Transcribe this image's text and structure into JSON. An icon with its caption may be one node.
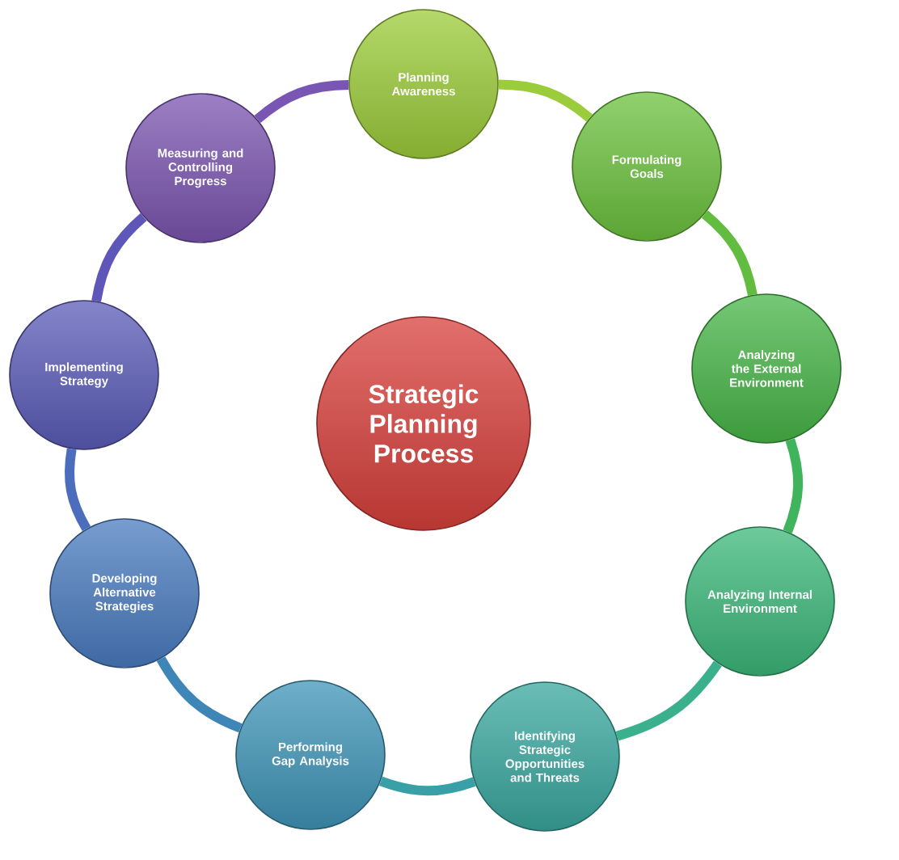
{
  "diagram": {
    "nodes": [
      {
        "text": [
          "Strategic Planning Process"
        ]
      },
      {
        "text": [
          "Planning Awareness"
        ]
      },
      {
        "text": [
          "Formulating Goals"
        ]
      },
      {
        "text": [
          "Analyzing the External Environment"
        ]
      },
      {
        "text": [
          "Analyzing Internal Environment"
        ]
      },
      {
        "text": [
          "Identifying Strategic Opportunities and Threats"
        ]
      },
      {
        "text": [
          "Performing Gap Analysis"
        ]
      },
      {
        "text": [
          "Developing Alternative Strategies"
        ]
      },
      {
        "text": [
          "Implementing Strategy"
        ]
      },
      {
        "text": [
          "Measuring and Controlling Progress"
        ]
      }
    ],
    "edges": [
      {
        "from": 1,
        "to": 2,
        "arrow": "none",
        "color": "#9acc3c"
      },
      {
        "from": 2,
        "to": 3,
        "arrow": "none",
        "color": "#62bc40"
      },
      {
        "from": 3,
        "to": 4,
        "arrow": "none",
        "color": "#40b45c"
      },
      {
        "from": 4,
        "to": 5,
        "arrow": "none",
        "color": "#3ab08c"
      },
      {
        "from": 5,
        "to": 6,
        "arrow": "none",
        "color": "#3aa0a8"
      },
      {
        "from": 6,
        "to": 7,
        "arrow": "none",
        "color": "#3f86b8"
      },
      {
        "from": 7,
        "to": 8,
        "arrow": "none",
        "color": "#4c6cbc"
      },
      {
        "from": 8,
        "to": 9,
        "arrow": "none",
        "color": "#5e56b8"
      },
      {
        "from": 9,
        "to": 1,
        "arrow": "none",
        "color": "#7a56b4"
      }
    ]
  }
}
